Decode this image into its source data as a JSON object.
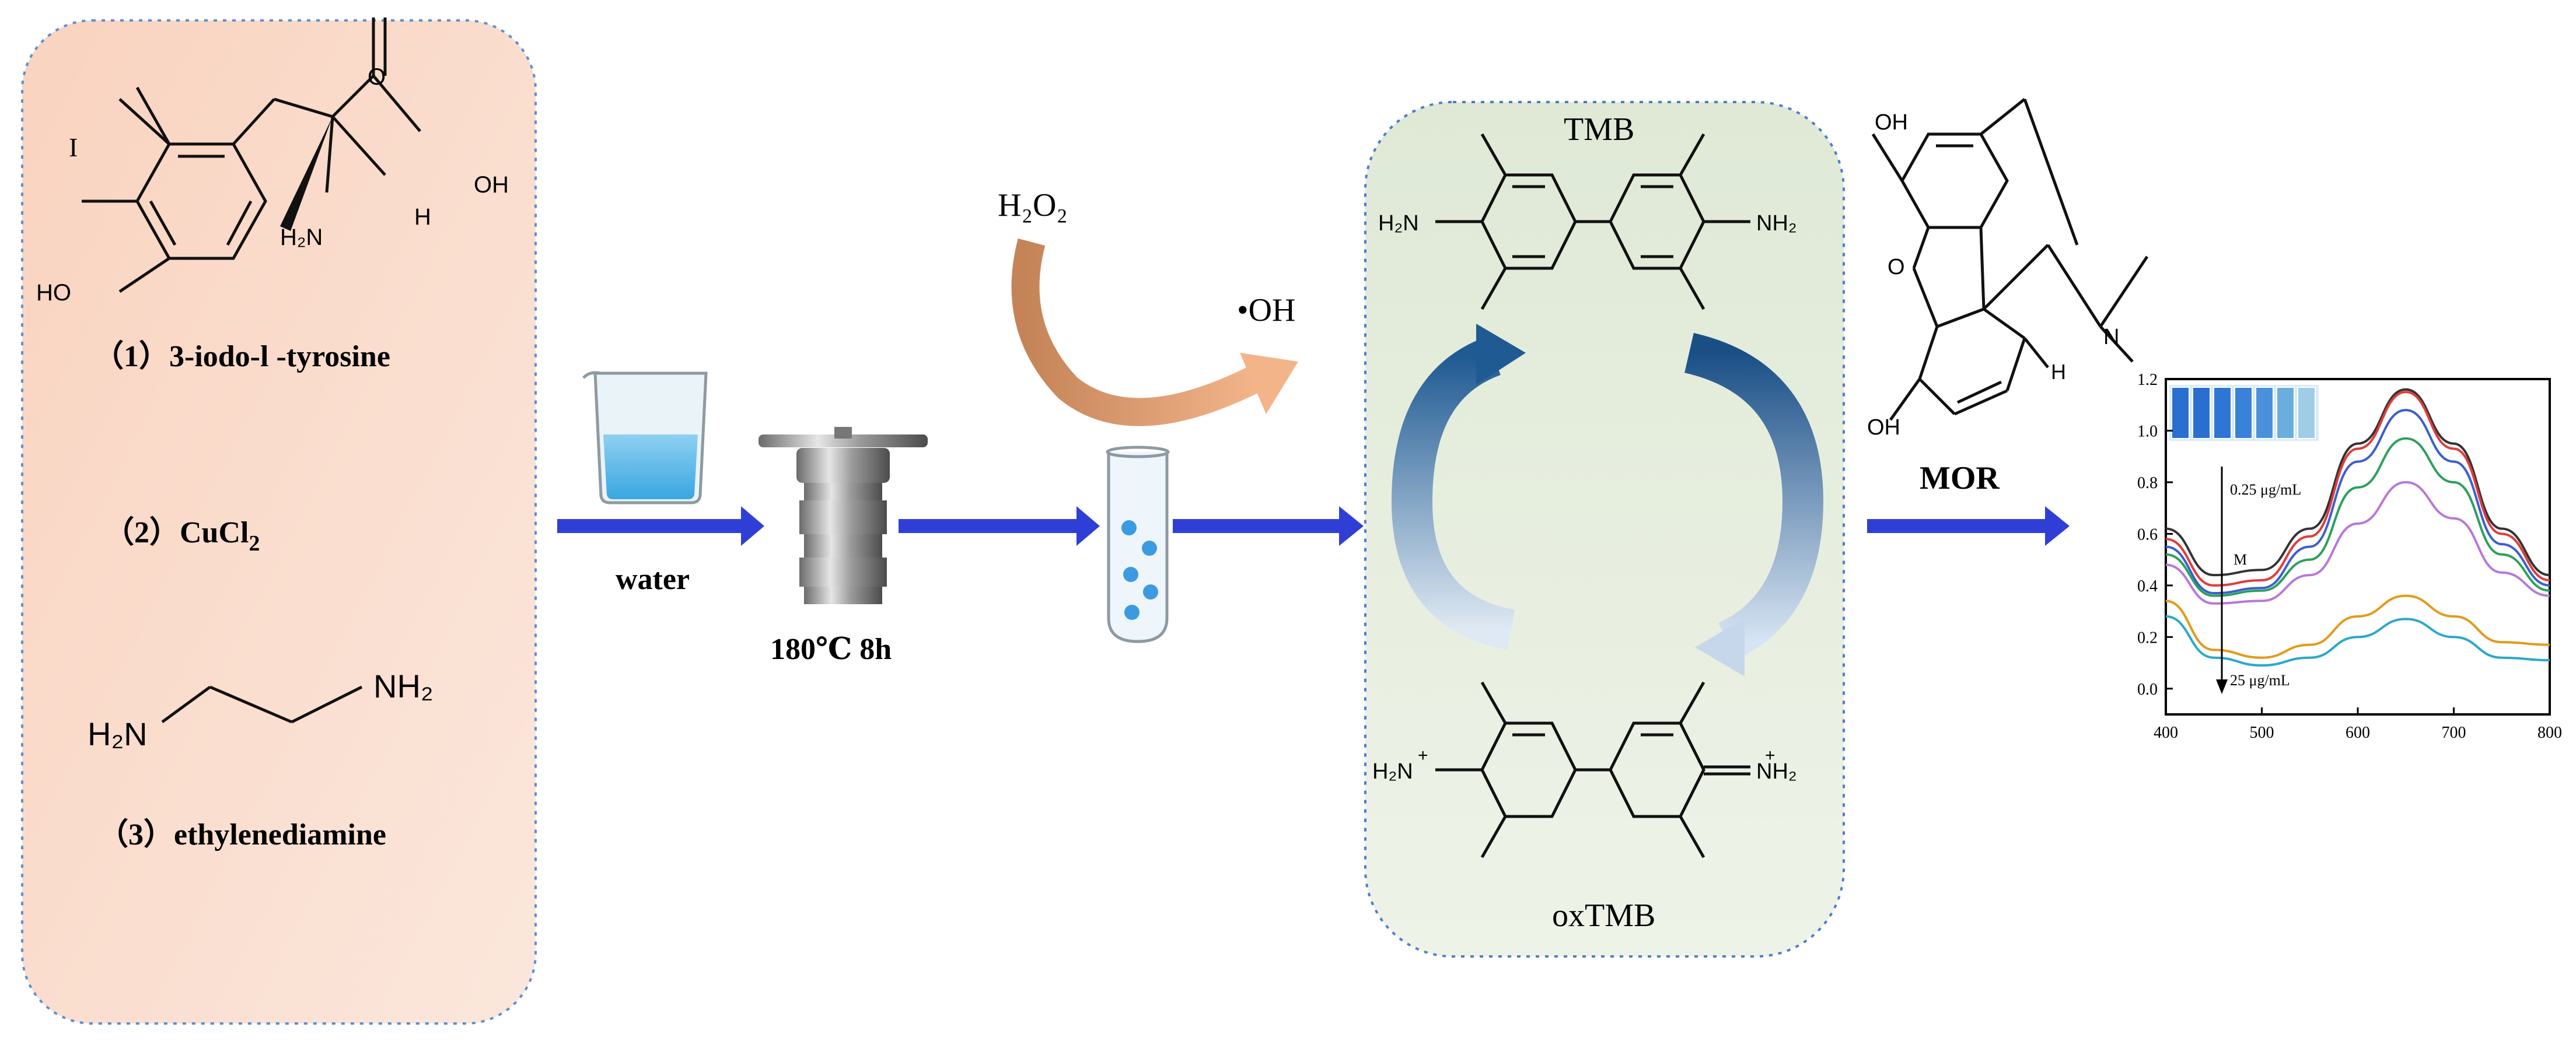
{
  "reagents_panel": {
    "item1": "（1）3-iodo-l -tyrosine",
    "item2_prefix": "（2）CuCl",
    "item2_sub": "2",
    "item3": "（3）ethylenediamine",
    "tyrosine_labels": {
      "iodine": "I",
      "carbonyl_o": "O",
      "hydroxyl": "OH",
      "amine": "H₂N",
      "hydrogen": "H",
      "phenol": "HO"
    },
    "eda_labels": {
      "left": "H₂N",
      "right": "NH₂"
    }
  },
  "steps": {
    "water_label": "water",
    "reactor_label": "180℃  8h",
    "h2o2_label": "H₂O₂",
    "oh_label": "•OH",
    "mor_label": "MOR"
  },
  "tmb_panel": {
    "title_top": "TMB",
    "title_bottom": "oxTMB",
    "tmb_left_group": "H₂N",
    "tmb_right_group": "NH₂",
    "ox_left_group": "H₂N",
    "ox_right_group": "NH₂",
    "plus": "+"
  },
  "morphine_labels": {
    "oh_top": "OH",
    "o_ring": "O",
    "h_atom": "H",
    "n_atom": "N",
    "oh_bottom": "OH"
  },
  "colors": {
    "panel_left_fill": "#f9d7c6",
    "panel_center_fill": "#e5eedd",
    "arrow_blue": "#2f3fd6",
    "cycle_blue": "#1f5a92",
    "oh_arrow": "#c98656"
  },
  "chart_data": {
    "type": "line",
    "x": [
      400,
      450,
      500,
      550,
      600,
      650,
      700,
      750,
      800
    ],
    "xlim": [
      400,
      800
    ],
    "ylim": [
      -0.1,
      1.2
    ],
    "xticks": [
      "400",
      "500",
      "600",
      "700",
      "800"
    ],
    "yticks": [
      "0.0",
      "0.2",
      "0.4",
      "0.6",
      "0.8",
      "1.0",
      "1.2"
    ],
    "annotations": {
      "top": "0.25 μg/mL",
      "middle": "M",
      "bottom": "25 μg/mL"
    },
    "series": [
      {
        "color": "#333333",
        "values": [
          0.62,
          0.44,
          0.46,
          0.62,
          0.95,
          1.16,
          0.95,
          0.62,
          0.44
        ]
      },
      {
        "color": "#e23b3b",
        "values": [
          0.58,
          0.4,
          0.42,
          0.59,
          0.93,
          1.15,
          0.93,
          0.6,
          0.42
        ]
      },
      {
        "color": "#3a5fd0",
        "values": [
          0.55,
          0.37,
          0.39,
          0.55,
          0.88,
          1.08,
          0.88,
          0.56,
          0.4
        ]
      },
      {
        "color": "#2ca05a",
        "values": [
          0.52,
          0.36,
          0.38,
          0.5,
          0.78,
          0.97,
          0.8,
          0.52,
          0.38
        ]
      },
      {
        "color": "#b878d8",
        "values": [
          0.48,
          0.33,
          0.34,
          0.44,
          0.64,
          0.8,
          0.66,
          0.45,
          0.36
        ]
      },
      {
        "color": "#e39a1a",
        "values": [
          0.34,
          0.15,
          0.12,
          0.17,
          0.28,
          0.36,
          0.28,
          0.18,
          0.17
        ]
      },
      {
        "color": "#2aa8c8",
        "values": [
          0.28,
          0.12,
          0.09,
          0.12,
          0.2,
          0.27,
          0.2,
          0.12,
          0.11
        ]
      }
    ],
    "inset_cuvette_colors": [
      "#2a6fd0",
      "#2a6fd0",
      "#2f76d4",
      "#3a82d8",
      "#4a91dc",
      "#6aaede",
      "#9fcde6"
    ]
  }
}
